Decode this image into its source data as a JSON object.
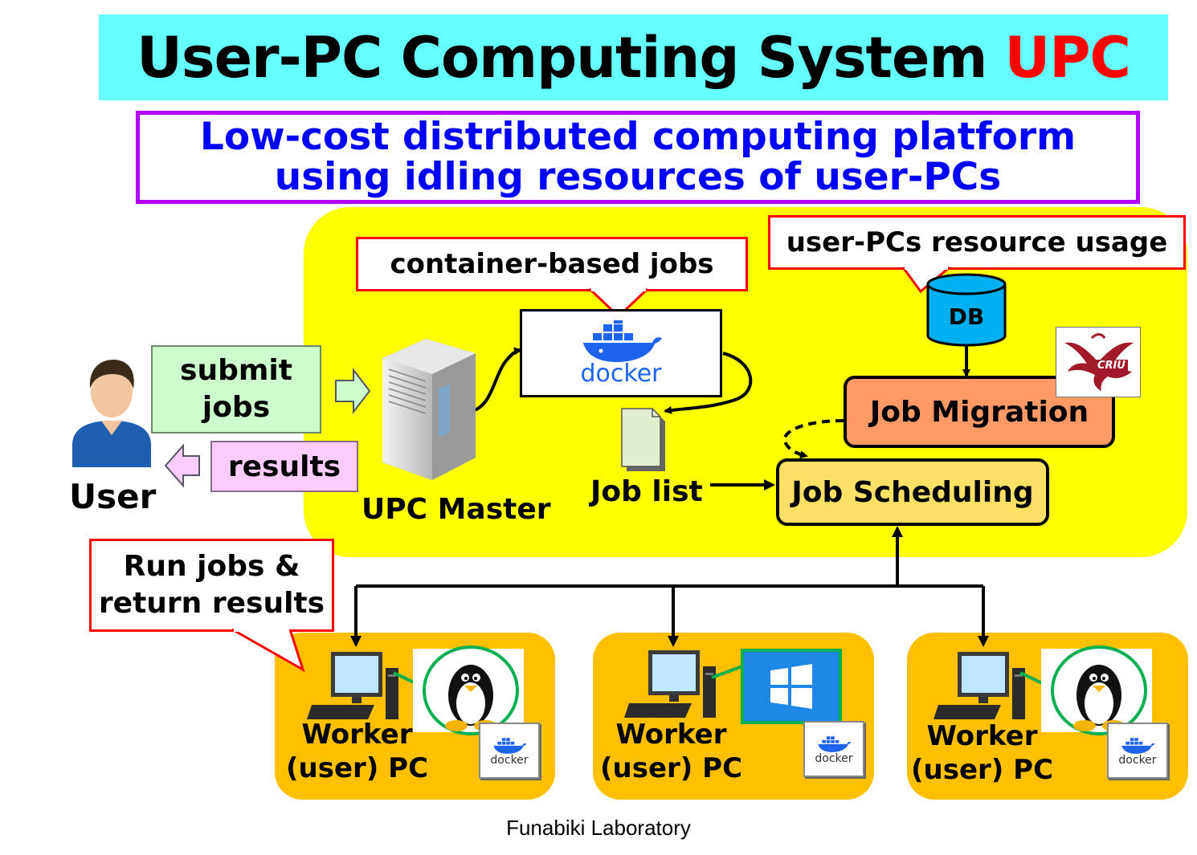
{
  "title": {
    "main": "User-PC Computing System",
    "accent": "UPC"
  },
  "subtitle": {
    "line1": "Low-cost distributed computing platform",
    "line2": "using idling resources of user-PCs"
  },
  "callouts": {
    "container_jobs": "container-based jobs",
    "resource_usage": "user-PCs resource usage",
    "run_jobs_line1": "Run jobs &",
    "run_jobs_line2": "return results"
  },
  "user": {
    "label": "User",
    "submit_line1": "submit",
    "submit_line2": "jobs",
    "results": "results"
  },
  "master": {
    "label": "UPC Master"
  },
  "docker": {
    "word": "docker",
    "small_word": "docker"
  },
  "job_list": {
    "label": "Job list"
  },
  "db": {
    "label": "DB"
  },
  "criu": {
    "label": "CRIU"
  },
  "job_migration": {
    "label": "Job Migration"
  },
  "job_scheduling": {
    "label": "Job Scheduling"
  },
  "workers": [
    {
      "line1": "Worker",
      "line2": "(user) PC",
      "os_icon": "linux-tux-icon"
    },
    {
      "line1": "Worker",
      "line2": "(user) PC",
      "os_icon": "windows-logo-icon"
    },
    {
      "line1": "Worker",
      "line2": "(user) PC",
      "os_icon": "linux-tux-icon"
    }
  ],
  "footer": "Funabiki Laboratory",
  "colors": {
    "title_bg": "#66ffff",
    "accent": "#ff0000",
    "subtitle_text": "#0000ff",
    "subtitle_border": "#b200ff",
    "master_panel": "#ffff00",
    "worker_panel": "#ffc000",
    "migration": "#ff9966",
    "scheduling": "#ffe066",
    "db": "#00b0f0",
    "docker_blue": "#1d63ed"
  }
}
